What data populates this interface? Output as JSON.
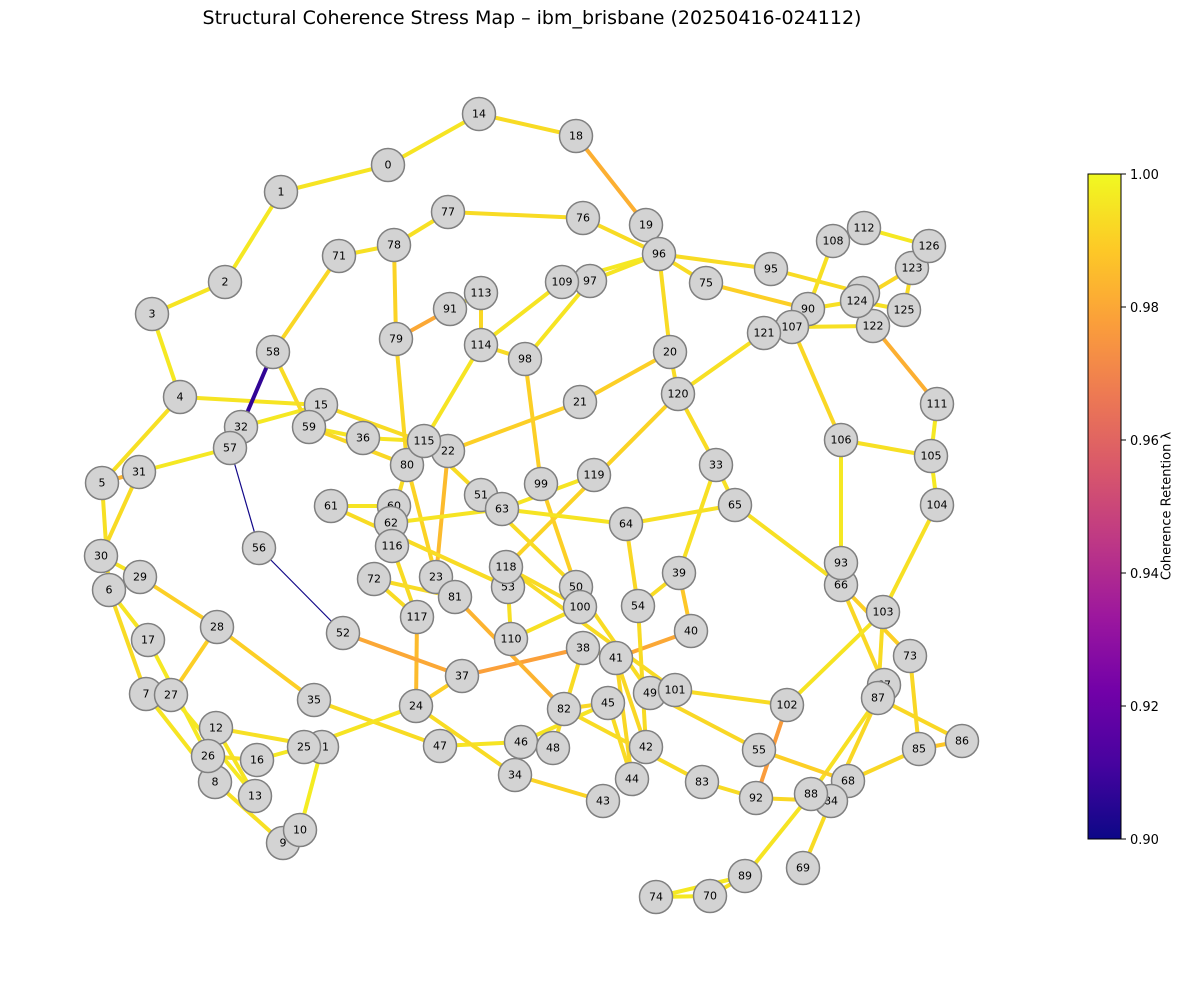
{
  "title": "Structural Coherence Stress Map – ibm_brisbane (20250416-024112)",
  "colorbar": {
    "label": "Coherence Retention λ",
    "min": 0.9,
    "max": 1.0,
    "ticks": [
      "0.90",
      "0.92",
      "0.94",
      "0.96",
      "0.98",
      "1.00"
    ],
    "colormap": [
      "#0d0887",
      "#46039f",
      "#7201a8",
      "#9c179e",
      "#bd3786",
      "#d8576b",
      "#ed7953",
      "#fb9f3a",
      "#fdca26",
      "#f0f921"
    ]
  },
  "node_style": {
    "fill": "#d3d3d3",
    "stroke": "#808080"
  },
  "nodes": [
    "0",
    "1",
    "2",
    "3",
    "4",
    "5",
    "6",
    "7",
    "8",
    "9",
    "10",
    "11",
    "12",
    "13",
    "14",
    "15",
    "16",
    "17",
    "18",
    "19",
    "20",
    "21",
    "22",
    "23",
    "24",
    "25",
    "26",
    "27",
    "28",
    "29",
    "30",
    "31",
    "32",
    "33",
    "34",
    "35",
    "36",
    "37",
    "38",
    "39",
    "40",
    "41",
    "42",
    "43",
    "44",
    "45",
    "46",
    "47",
    "48",
    "49",
    "50",
    "51",
    "52",
    "53",
    "54",
    "55",
    "56",
    "57",
    "58",
    "59",
    "60",
    "61",
    "62",
    "63",
    "64",
    "65",
    "66",
    "67",
    "68",
    "69",
    "70",
    "71",
    "72",
    "73",
    "74",
    "75",
    "76",
    "77",
    "78",
    "79",
    "80",
    "81",
    "82",
    "83",
    "84",
    "85",
    "86",
    "87",
    "88",
    "89",
    "90",
    "91",
    "92",
    "93",
    "94",
    "95",
    "96",
    "97",
    "98",
    "99",
    "100",
    "101",
    "102",
    "103",
    "104",
    "105",
    "106",
    "107",
    "108",
    "109",
    "110",
    "111",
    "112",
    "113",
    "114",
    "115",
    "116",
    "117",
    "118",
    "119",
    "120",
    "121",
    "122",
    "123",
    "124",
    "125",
    "126"
  ],
  "edges": [
    {
      "s": "0",
      "t": "1",
      "v": 0.995
    },
    {
      "s": "0",
      "t": "14",
      "v": 0.995
    },
    {
      "s": "14",
      "t": "18",
      "v": 0.993
    },
    {
      "s": "18",
      "t": "19",
      "v": 0.982
    },
    {
      "s": "1",
      "t": "2",
      "v": 0.996
    },
    {
      "s": "2",
      "t": "3",
      "v": 0.995
    },
    {
      "s": "3",
      "t": "4",
      "v": 0.996
    },
    {
      "s": "4",
      "t": "5",
      "v": 0.994
    },
    {
      "s": "4",
      "t": "15",
      "v": 0.995
    },
    {
      "s": "5",
      "t": "6",
      "v": 0.994
    },
    {
      "s": "6",
      "t": "7",
      "v": 0.993
    },
    {
      "s": "7",
      "t": "8",
      "v": 0.995
    },
    {
      "s": "8",
      "t": "9",
      "v": 0.994
    },
    {
      "s": "9",
      "t": "10",
      "v": 0.996
    },
    {
      "s": "10",
      "t": "11",
      "v": 0.997
    },
    {
      "s": "11",
      "t": "12",
      "v": 0.994
    },
    {
      "s": "12",
      "t": "13",
      "v": 0.995
    },
    {
      "s": "5",
      "t": "31",
      "v": 0.983
    },
    {
      "s": "31",
      "t": "57",
      "v": 0.996
    },
    {
      "s": "30",
      "t": "29",
      "v": 0.995
    },
    {
      "s": "29",
      "t": "28",
      "v": 0.99
    },
    {
      "s": "28",
      "t": "27",
      "v": 0.99
    },
    {
      "s": "6",
      "t": "17",
      "v": 0.995
    },
    {
      "s": "17",
      "t": "26",
      "v": 0.996
    },
    {
      "s": "26",
      "t": "16",
      "v": 0.994
    },
    {
      "s": "16",
      "t": "25",
      "v": 0.996
    },
    {
      "s": "25",
      "t": "11",
      "v": 0.995
    },
    {
      "s": "27",
      "t": "13",
      "v": 0.996
    },
    {
      "s": "28",
      "t": "35",
      "v": 0.99
    },
    {
      "s": "35",
      "t": "47",
      "v": 0.993
    },
    {
      "s": "47",
      "t": "46",
      "v": 0.995
    },
    {
      "s": "46",
      "t": "48",
      "v": 0.994
    },
    {
      "s": "25",
      "t": "24",
      "v": 0.995
    },
    {
      "s": "24",
      "t": "34",
      "v": 0.993
    },
    {
      "s": "34",
      "t": "43",
      "v": 0.991
    },
    {
      "s": "24",
      "t": "117",
      "v": 0.985
    },
    {
      "s": "117",
      "t": "116",
      "v": 0.993
    },
    {
      "s": "117",
      "t": "72",
      "v": 0.993
    },
    {
      "s": "58",
      "t": "32",
      "v": 0.907
    },
    {
      "s": "32",
      "t": "15",
      "v": 0.996
    },
    {
      "s": "58",
      "t": "59",
      "v": 0.993
    },
    {
      "s": "58",
      "t": "71",
      "v": 0.992
    },
    {
      "s": "71",
      "t": "78",
      "v": 0.994
    },
    {
      "s": "78",
      "t": "77",
      "v": 0.994
    },
    {
      "s": "77",
      "t": "76",
      "v": 0.993
    },
    {
      "s": "76",
      "t": "96",
      "v": 0.993
    },
    {
      "s": "96",
      "t": "19",
      "v": 0.993
    },
    {
      "s": "96",
      "t": "97",
      "v": 0.995
    },
    {
      "s": "96",
      "t": "109",
      "v": 0.996
    },
    {
      "s": "96",
      "t": "95",
      "v": 0.993
    },
    {
      "s": "96",
      "t": "75",
      "v": 0.993
    },
    {
      "s": "96",
      "t": "20",
      "v": 0.993
    },
    {
      "s": "95",
      "t": "94",
      "v": 0.993
    },
    {
      "s": "75",
      "t": "90",
      "v": 0.99
    },
    {
      "s": "90",
      "t": "108",
      "v": 0.994
    },
    {
      "s": "90",
      "t": "124",
      "v": 0.994
    },
    {
      "s": "108",
      "t": "112",
      "v": 0.996
    },
    {
      "s": "112",
      "t": "126",
      "v": 0.996
    },
    {
      "s": "126",
      "t": "123",
      "v": 0.994
    },
    {
      "s": "123",
      "t": "124",
      "v": 0.992
    },
    {
      "s": "123",
      "t": "125",
      "v": 0.993
    },
    {
      "s": "124",
      "t": "125",
      "v": 0.994
    },
    {
      "s": "107",
      "t": "122",
      "v": 0.994
    },
    {
      "s": "122",
      "t": "94",
      "v": 0.99
    },
    {
      "s": "122",
      "t": "111",
      "v": 0.982
    },
    {
      "s": "111",
      "t": "105",
      "v": 0.996
    },
    {
      "s": "105",
      "t": "104",
      "v": 0.996
    },
    {
      "s": "104",
      "t": "103",
      "v": 0.994
    },
    {
      "s": "107",
      "t": "106",
      "v": 0.992
    },
    {
      "s": "106",
      "t": "105",
      "v": 0.994
    },
    {
      "s": "106",
      "t": "93",
      "v": 0.996
    },
    {
      "s": "93",
      "t": "66",
      "v": 0.996
    },
    {
      "s": "107",
      "t": "121",
      "v": 0.995
    },
    {
      "s": "121",
      "t": "120",
      "v": 0.994
    },
    {
      "s": "120",
      "t": "20",
      "v": 0.993
    },
    {
      "s": "120",
      "t": "33",
      "v": 0.993
    },
    {
      "s": "120",
      "t": "118",
      "v": 0.991
    },
    {
      "s": "33",
      "t": "39",
      "v": 0.994
    },
    {
      "s": "39",
      "t": "54",
      "v": 0.993
    },
    {
      "s": "39",
      "t": "40",
      "v": 0.988
    },
    {
      "s": "40",
      "t": "41",
      "v": 0.98
    },
    {
      "s": "41",
      "t": "38",
      "v": 0.992
    },
    {
      "s": "38",
      "t": "37",
      "v": 0.978
    },
    {
      "s": "37",
      "t": "52",
      "v": 0.98
    },
    {
      "s": "52",
      "t": "56",
      "v": 0.901
    },
    {
      "s": "56",
      "t": "57",
      "v": 0.901
    },
    {
      "s": "37",
      "t": "24",
      "v": 0.99
    },
    {
      "s": "21",
      "t": "20",
      "v": 0.99
    },
    {
      "s": "21",
      "t": "22",
      "v": 0.99
    },
    {
      "s": "22",
      "t": "23",
      "v": 0.985
    },
    {
      "s": "22",
      "t": "15",
      "v": 0.993
    },
    {
      "s": "15",
      "t": "59",
      "v": 0.994
    },
    {
      "s": "59",
      "t": "36",
      "v": 0.995
    },
    {
      "s": "36",
      "t": "115",
      "v": 0.995
    },
    {
      "s": "59",
      "t": "80",
      "v": 0.992
    },
    {
      "s": "80",
      "t": "79",
      "v": 0.992
    },
    {
      "s": "79",
      "t": "78",
      "v": 0.991
    },
    {
      "s": "79",
      "t": "91",
      "v": 0.98
    },
    {
      "s": "91",
      "t": "113",
      "v": 0.994
    },
    {
      "s": "113",
      "t": "114",
      "v": 0.992
    },
    {
      "s": "114",
      "t": "98",
      "v": 0.993
    },
    {
      "s": "114",
      "t": "109",
      "v": 0.995
    },
    {
      "s": "114",
      "t": "115",
      "v": 0.995
    },
    {
      "s": "115",
      "t": "51",
      "v": 0.993
    },
    {
      "s": "51",
      "t": "50",
      "v": 0.993
    },
    {
      "s": "50",
      "t": "99",
      "v": 0.99
    },
    {
      "s": "99",
      "t": "98",
      "v": 0.99
    },
    {
      "s": "98",
      "t": "97",
      "v": 0.995
    },
    {
      "s": "80",
      "t": "23",
      "v": 0.991
    },
    {
      "s": "80",
      "t": "62",
      "v": 0.993
    },
    {
      "s": "62",
      "t": "116",
      "v": 0.994
    },
    {
      "s": "62",
      "t": "63",
      "v": 0.995
    },
    {
      "s": "61",
      "t": "60",
      "v": 0.995
    },
    {
      "s": "61",
      "t": "53",
      "v": 0.993
    },
    {
      "s": "53",
      "t": "110",
      "v": 0.994
    },
    {
      "s": "110",
      "t": "100",
      "v": 0.994
    },
    {
      "s": "100",
      "t": "118",
      "v": 0.993
    },
    {
      "s": "118",
      "t": "101",
      "v": 0.993
    },
    {
      "s": "101",
      "t": "102",
      "v": 0.993
    },
    {
      "s": "102",
      "t": "92",
      "v": 0.977
    },
    {
      "s": "92",
      "t": "83",
      "v": 0.993
    },
    {
      "s": "83",
      "t": "82",
      "v": 0.993
    },
    {
      "s": "82",
      "t": "81",
      "v": 0.983
    },
    {
      "s": "81",
      "t": "23",
      "v": 0.99
    },
    {
      "s": "81",
      "t": "72",
      "v": 0.993
    },
    {
      "s": "82",
      "t": "45",
      "v": 0.992
    },
    {
      "s": "45",
      "t": "46",
      "v": 0.995
    },
    {
      "s": "45",
      "t": "44",
      "v": 0.993
    },
    {
      "s": "44",
      "t": "41",
      "v": 0.992
    },
    {
      "s": "41",
      "t": "42",
      "v": 0.992
    },
    {
      "s": "42",
      "t": "54",
      "v": 0.993
    },
    {
      "s": "54",
      "t": "64",
      "v": 0.992
    },
    {
      "s": "64",
      "t": "63",
      "v": 0.995
    },
    {
      "s": "64",
      "t": "65",
      "v": 0.994
    },
    {
      "s": "65",
      "t": "33",
      "v": 0.994
    },
    {
      "s": "65",
      "t": "66",
      "v": 0.994
    },
    {
      "s": "66",
      "t": "73",
      "v": 0.99
    },
    {
      "s": "73",
      "t": "85",
      "v": 0.992
    },
    {
      "s": "85",
      "t": "86",
      "v": 0.988
    },
    {
      "s": "86",
      "t": "87",
      "v": 0.992
    },
    {
      "s": "87",
      "t": "103",
      "v": 0.993
    },
    {
      "s": "87",
      "t": "88",
      "v": 0.994
    },
    {
      "s": "88",
      "t": "89",
      "v": 0.995
    },
    {
      "s": "89",
      "t": "70",
      "v": 0.994
    },
    {
      "s": "70",
      "t": "74",
      "v": 0.996
    },
    {
      "s": "74",
      "t": "89",
      "v": 0.996
    },
    {
      "s": "84",
      "t": "69",
      "v": 0.993
    },
    {
      "s": "84",
      "t": "67",
      "v": 0.992
    },
    {
      "s": "67",
      "t": "66",
      "v": 0.992
    },
    {
      "s": "68",
      "t": "85",
      "v": 0.992
    },
    {
      "s": "68",
      "t": "55",
      "v": 0.99
    },
    {
      "s": "55",
      "t": "49",
      "v": 0.992
    },
    {
      "s": "49",
      "t": "50",
      "v": 0.993
    },
    {
      "s": "49",
      "t": "101",
      "v": 0.993
    },
    {
      "s": "102",
      "t": "103",
      "v": 0.995
    },
    {
      "s": "92",
      "t": "84",
      "v": 0.992
    },
    {
      "s": "48",
      "t": "38",
      "v": 0.993
    },
    {
      "s": "30",
      "t": "31",
      "v": 0.993
    },
    {
      "s": "60",
      "t": "116",
      "v": 0.994
    },
    {
      "s": "119",
      "t": "63",
      "v": 0.995
    }
  ]
}
